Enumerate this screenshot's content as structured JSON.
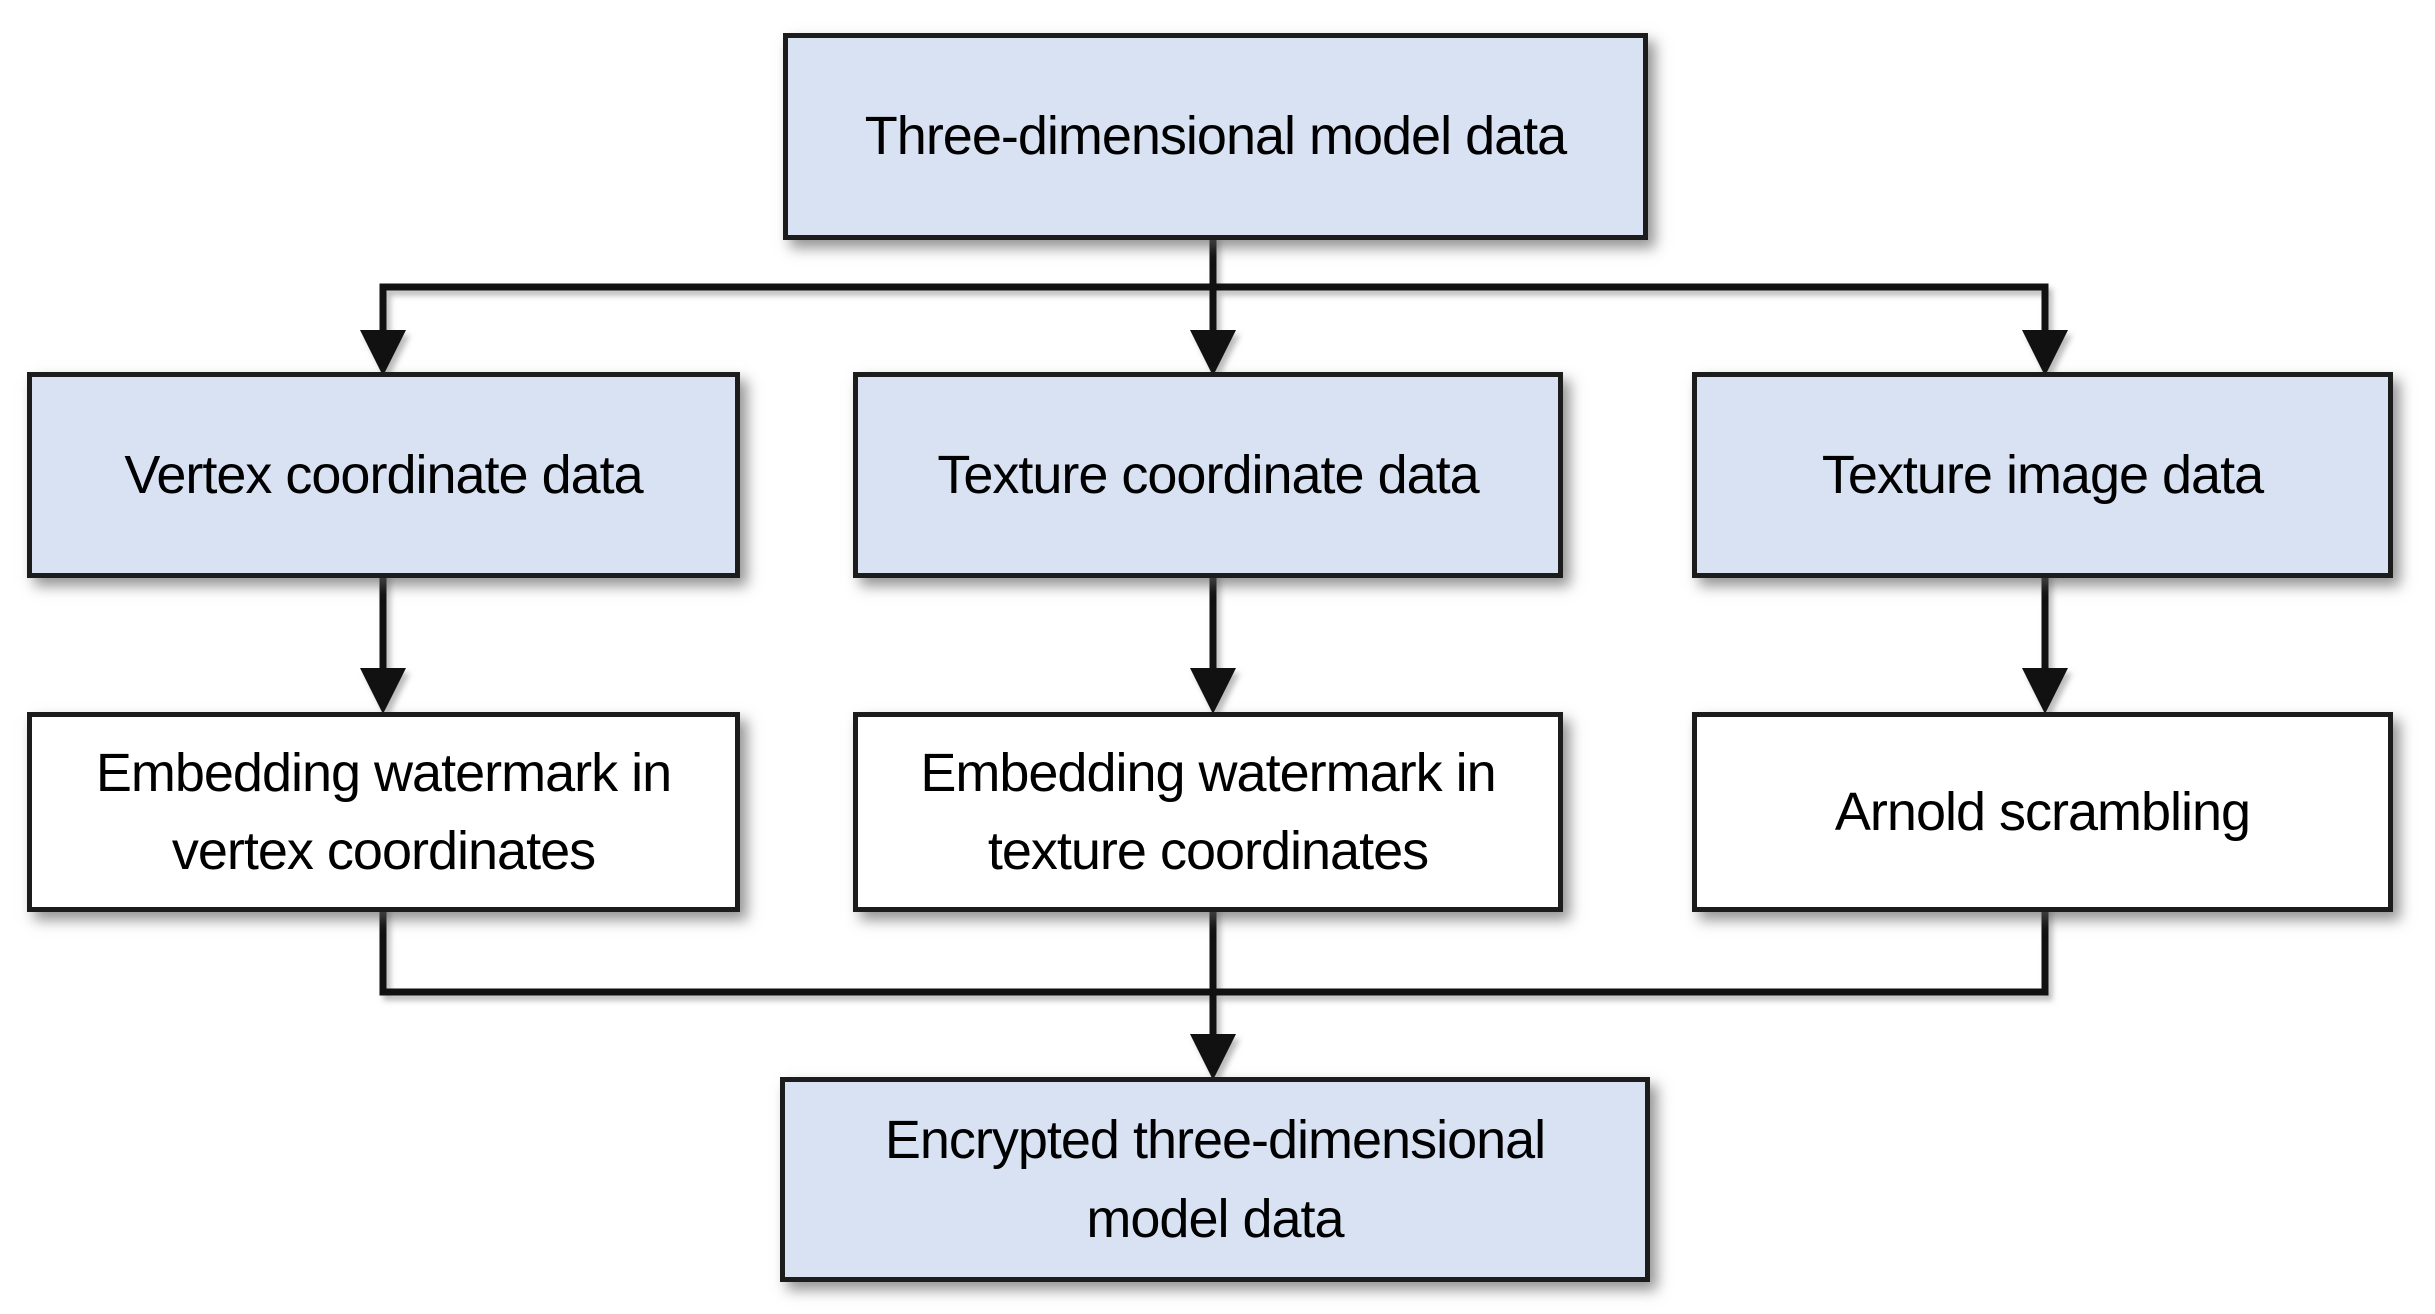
{
  "diagram": {
    "type": "flowchart",
    "background": "#ffffff",
    "colors": {
      "node_fill_blue": "#d8e2f3",
      "node_fill_white": "#ffffff",
      "node_border": "#1c1c1c",
      "connector": "#111111",
      "text": "#000000"
    },
    "nodes": [
      {
        "id": "source",
        "label": "Three-dimensional model data",
        "fill": "blue"
      },
      {
        "id": "vertex-data",
        "label": "Vertex coordinate data",
        "fill": "blue"
      },
      {
        "id": "texture-coord-data",
        "label": "Texture coordinate data",
        "fill": "blue"
      },
      {
        "id": "texture-image-data",
        "label": "Texture image data",
        "fill": "blue"
      },
      {
        "id": "embed-vertex",
        "label": "Embedding watermark in\nvertex coordinates",
        "fill": "white"
      },
      {
        "id": "embed-texture",
        "label": "Embedding watermark in\ntexture coordinates",
        "fill": "white"
      },
      {
        "id": "arnold-scrambling",
        "label": "Arnold scrambling",
        "fill": "white"
      },
      {
        "id": "encrypted-result",
        "label": "Encrypted three-dimensional\nmodel data",
        "fill": "blue"
      }
    ],
    "edges": [
      {
        "from": "source",
        "to": "vertex-data"
      },
      {
        "from": "source",
        "to": "texture-coord-data"
      },
      {
        "from": "source",
        "to": "texture-image-data"
      },
      {
        "from": "vertex-data",
        "to": "embed-vertex"
      },
      {
        "from": "texture-coord-data",
        "to": "embed-texture"
      },
      {
        "from": "texture-image-data",
        "to": "arnold-scrambling"
      },
      {
        "from": "embed-vertex",
        "to": "encrypted-result"
      },
      {
        "from": "embed-texture",
        "to": "encrypted-result"
      },
      {
        "from": "arnold-scrambling",
        "to": "encrypted-result"
      }
    ]
  }
}
